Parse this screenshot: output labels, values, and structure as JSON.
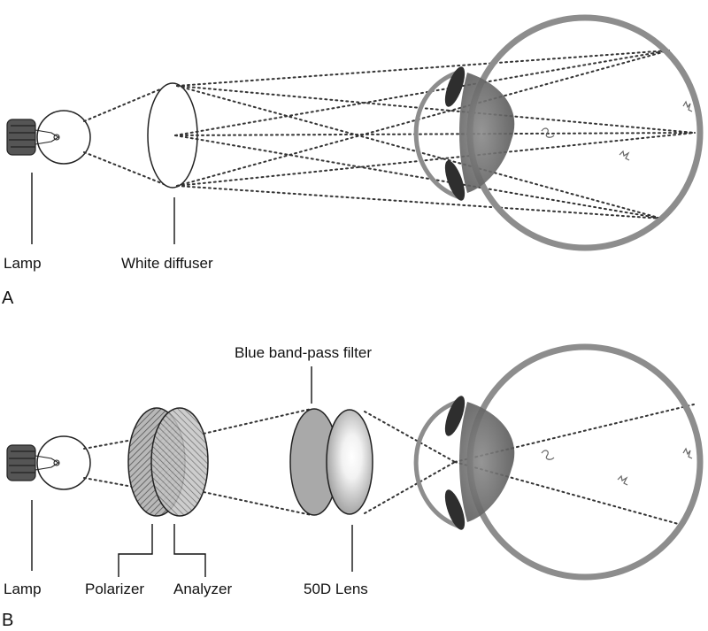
{
  "panels": [
    {
      "letter": "A",
      "labels": {
        "lamp": "Lamp",
        "diffuser": "White diffuser"
      }
    },
    {
      "letter": "B",
      "labels": {
        "lamp": "Lamp",
        "polarizer": "Polarizer",
        "analyzer": "Analyzer",
        "filter": "Blue band-pass filter",
        "lens": "50D Lens"
      }
    }
  ],
  "colors": {
    "eye_outline": "#8d8d8d",
    "iris": "#2e2e2e",
    "crystalline_lens": "#6f6f6f",
    "filter_fill": "#a9a9a9",
    "polarizer_fill": "#9a9a9a"
  }
}
